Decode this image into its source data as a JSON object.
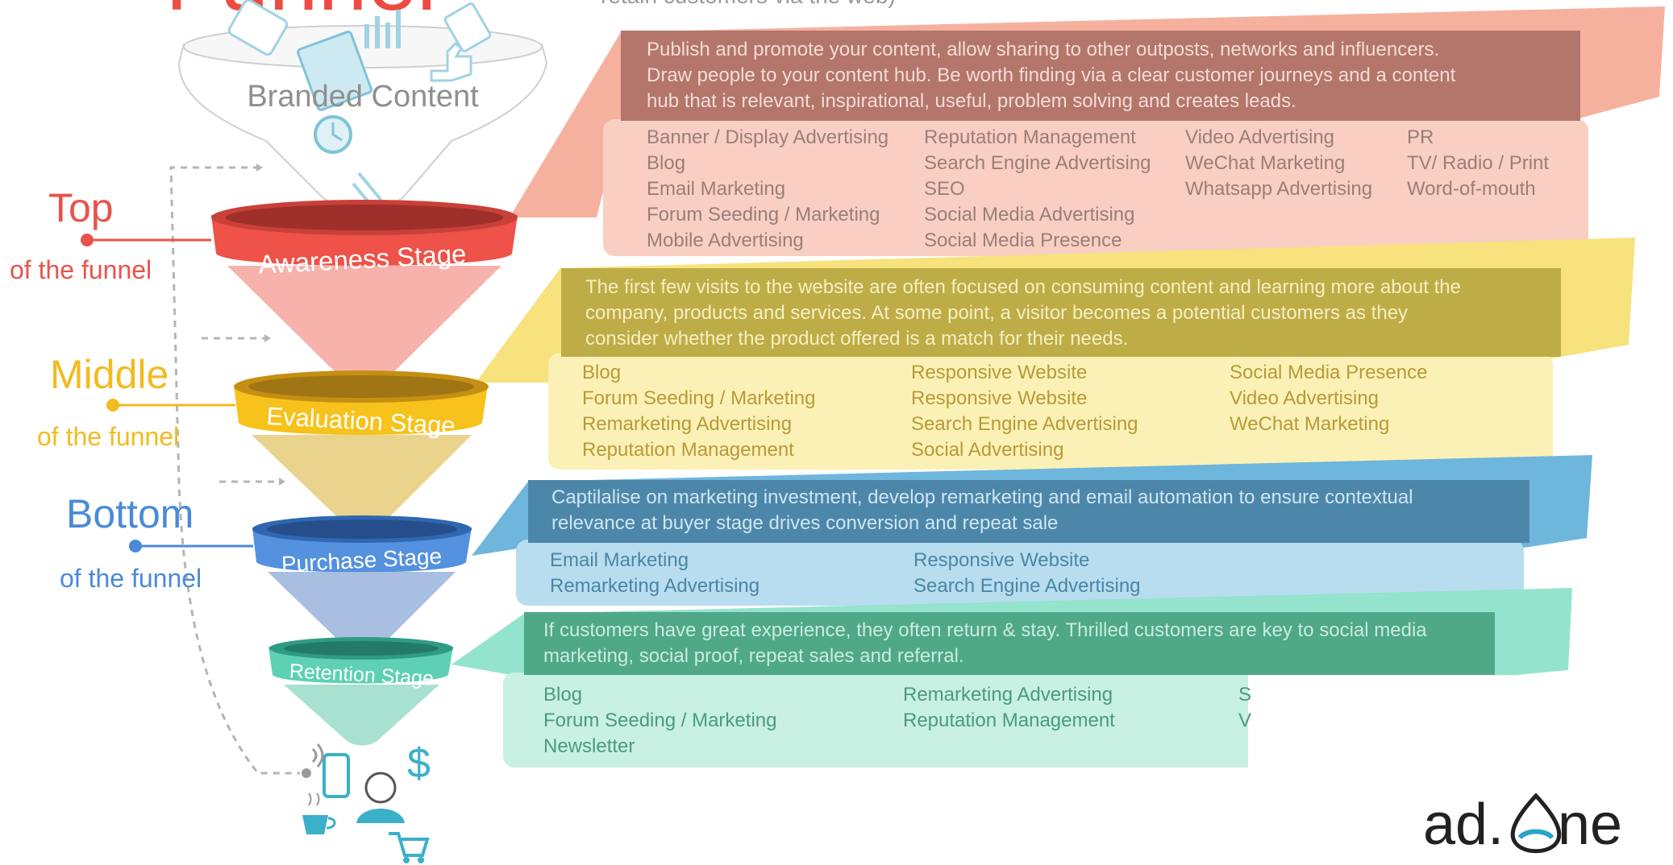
{
  "header": {
    "title_fragment": "Funnel",
    "subtitle_fragment": "retain customers via the web)"
  },
  "top_funnel": {
    "label": "Branded Content"
  },
  "levels": [
    {
      "word": "Top",
      "sub": "of the funnel"
    },
    {
      "word": "Middle",
      "sub": "of the funnel"
    },
    {
      "word": "Bottom",
      "sub": "of the funnel"
    }
  ],
  "stages": [
    {
      "name": "Awareness Stage",
      "description": [
        "Publish and promote your content, allow sharing to other outposts, networks and influencers.",
        "Draw people to your content hub. Be worth finding via a clear customer journeys and a content",
        "hub that is relevant, inspirational, useful, problem solving and creates leads."
      ],
      "columns": [
        [
          "Banner / Display Advertising",
          "Blog",
          "Email Marketing",
          "Forum Seeding / Marketing",
          "Mobile Advertising"
        ],
        [
          "Reputation Management",
          "Search Engine Advertising",
          "SEO",
          "Social Media Advertising",
          "Social Media Presence"
        ],
        [
          "Video Advertising",
          "WeChat Marketing",
          "Whatsapp Advertising"
        ],
        [
          "PR",
          "TV/ Radio / Print",
          "Word-of-mouth"
        ]
      ],
      "colors": {
        "funnel": "#ee5248",
        "rim": "#c94038",
        "dark": "#b4756b",
        "light": "#f9cfc3",
        "ribbon": "#f6b19e",
        "level": "#e8534b"
      }
    },
    {
      "name": "Evaluation Stage",
      "description": [
        "The first few visits to the website are often focused on consuming content and learning more about the",
        "company, products and services. At some point, a visitor becomes a potential customers as they",
        "consider whether the product offered is a match for their needs."
      ],
      "columns": [
        [
          "Blog",
          "Forum Seeding / Marketing",
          "Remarketing Advertising",
          "Reputation Management"
        ],
        [
          "Responsive Website",
          "Responsive Website",
          "Search Engine Advertising",
          "Social Advertising"
        ],
        [
          "Social Media Presence",
          "Video Advertising",
          "WeChat Marketing"
        ]
      ],
      "colors": {
        "funnel": "#f6c21b",
        "rim": "#c48f12",
        "dark": "#beac47",
        "light": "#fbf1b6",
        "ribbon": "#f7e27d",
        "level": "#f2bb1f"
      }
    },
    {
      "name": "Purchase Stage",
      "description": [
        "Captilalise on marketing investment, develop remarketing and email automation to ensure contextual",
        "relevance at buyer stage drives conversion and repeat sale"
      ],
      "columns": [
        [
          "Email Marketing",
          "Remarketing Advertising"
        ],
        [
          "Responsive Website",
          "Search Engine Advertising"
        ]
      ],
      "colors": {
        "funnel": "#5491de",
        "rim": "#2f67b2",
        "dark": "#4c87a9",
        "light": "#b8ddef",
        "ribbon": "#6eb6dc",
        "level": "#4a8ad8"
      }
    },
    {
      "name": "Retention Stage",
      "description": [
        "If customers have great experience, they often return & stay. Thrilled customers are key to social media",
        "marketing, social proof, repeat sales and referral."
      ],
      "columns": [
        [
          "Blog",
          "Forum Seeding / Marketing",
          "Newsletter"
        ],
        [
          "Remarketing Advertising",
          "Reputation Management"
        ],
        [
          "S",
          "V"
        ]
      ],
      "colors": {
        "funnel": "#5ed0b4",
        "rim": "#2e9c83",
        "dark": "#4fa887",
        "light": "#c8f0e3",
        "ribbon": "#94e3cd",
        "level": "#4bb896"
      }
    }
  ],
  "logo": {
    "text_left": "ad.",
    "text_right": "ne",
    "accent": "#2aa3c8"
  }
}
